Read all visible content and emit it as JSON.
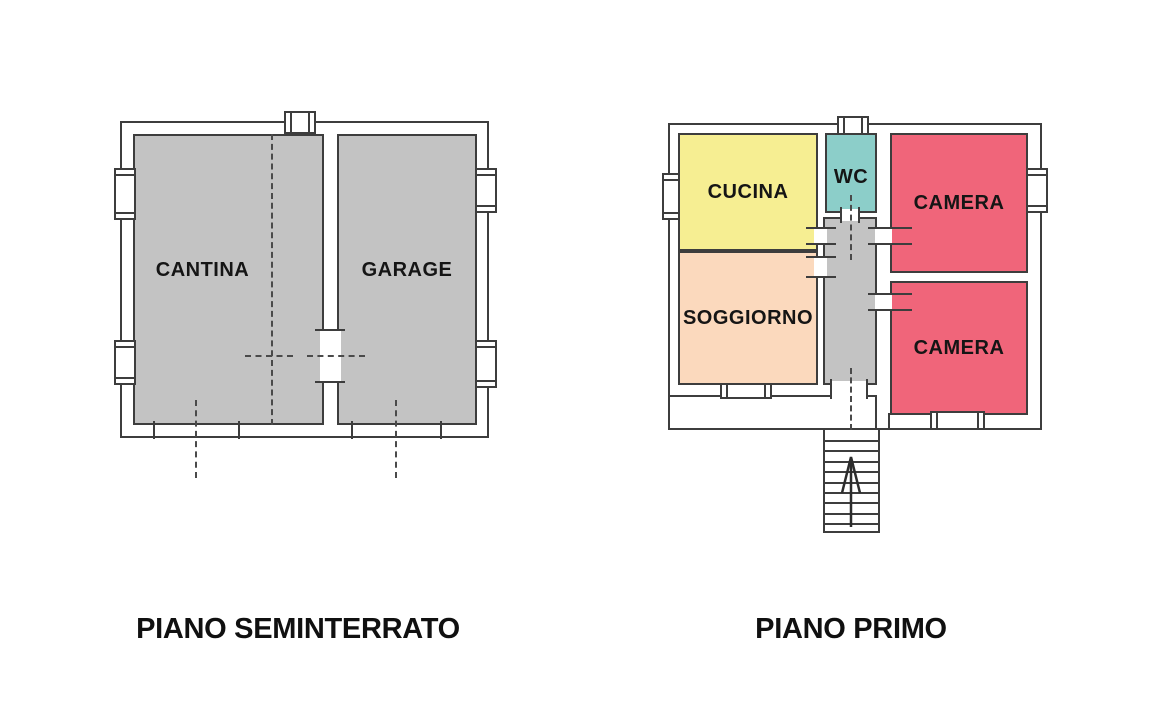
{
  "colors": {
    "background": "#ffffff",
    "wall_line": "#3d3d3d",
    "section_line": "#4a4a4a",
    "label_text": "#151515",
    "room_gray": "#c3c3c3",
    "room_yellow": "#f6ee92",
    "room_teal": "#8ccec9",
    "room_pink": "#f0657a",
    "room_peach": "#fbd9bd"
  },
  "plans": [
    {
      "title": "PIANO SEMINTERRATO",
      "rooms": [
        {
          "label": "CANTINA",
          "color": "#c3c3c3"
        },
        {
          "label": "GARAGE",
          "color": "#c3c3c3"
        }
      ]
    },
    {
      "title": "PIANO PRIMO",
      "rooms": [
        {
          "label": "CUCINA",
          "color": "#f6ee92"
        },
        {
          "label": "WC",
          "color": "#8ccec9"
        },
        {
          "label": "CAMERA",
          "color": "#f0657a"
        },
        {
          "label": "SOGGIORNO",
          "color": "#fbd9bd"
        },
        {
          "label": "CAMERA",
          "color": "#f0657a"
        },
        {
          "label": "",
          "color": "#c3c3c3"
        }
      ]
    }
  ]
}
